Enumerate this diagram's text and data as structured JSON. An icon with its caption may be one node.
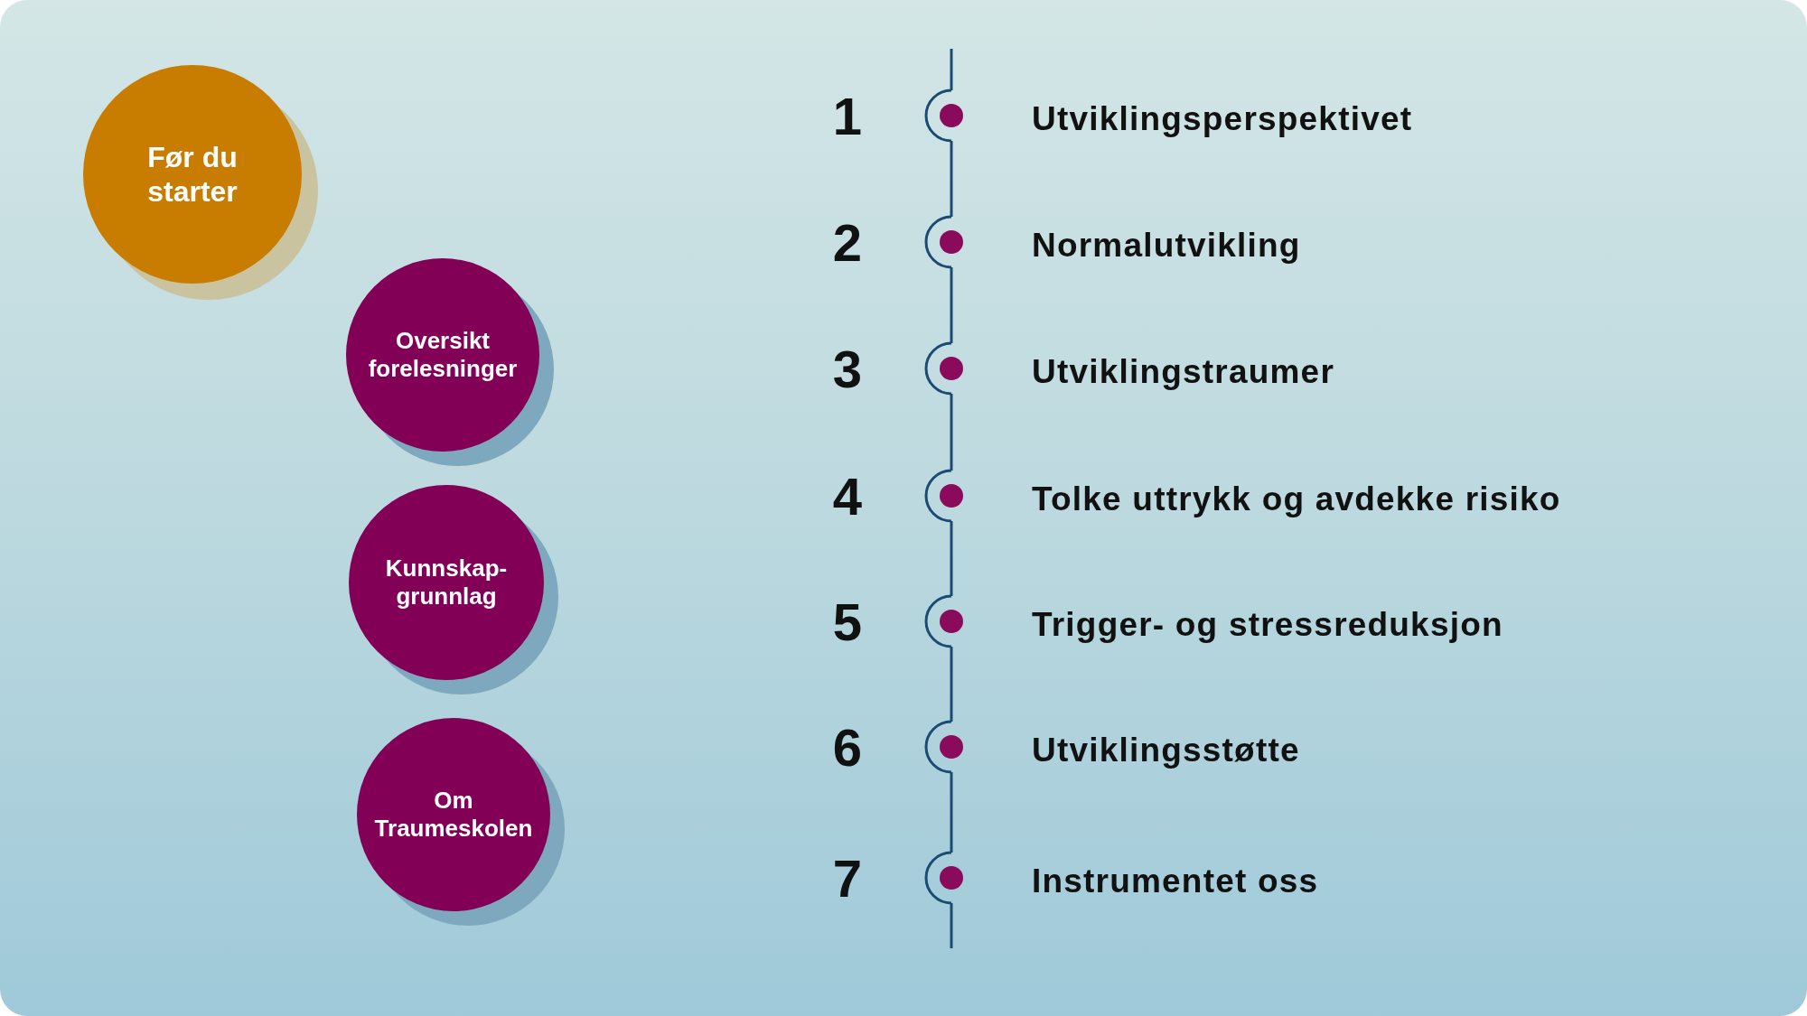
{
  "diagram": {
    "nodes": [
      {
        "text": [
          "Før du starter"
        ]
      },
      {
        "text": [
          "Oversikt forelesninger"
        ]
      },
      {
        "text": [
          "Kunnskap- grunnlag"
        ]
      },
      {
        "text": [
          "Om Traumeskolen"
        ]
      },
      {
        "text": [],
        "shape": "circle",
        "beside": [
          "1",
          "Utviklingsperspektivet"
        ]
      },
      {
        "text": [],
        "shape": "circle",
        "beside": [
          "2",
          "Normalutvikling"
        ]
      },
      {
        "text": [],
        "shape": "circle",
        "beside": [
          "3",
          "Utviklingstraumer"
        ]
      },
      {
        "text": [],
        "shape": "circle",
        "beside": [
          "4",
          "Tolke uttrykk og avdekke risiko"
        ]
      },
      {
        "text": [],
        "shape": "circle",
        "beside": [
          "5",
          "Trigger- og stressreduksjon"
        ]
      },
      {
        "text": [],
        "shape": "circle",
        "beside": [
          "6",
          "Utviklingsstøtte"
        ]
      },
      {
        "text": [],
        "shape": "circle",
        "beside": [
          "7",
          "Instrumentet oss"
        ]
      }
    ],
    "edges": [
      {
        "from": null,
        "to": 4,
        "arrow": "none"
      },
      {
        "from": 4,
        "to": 5,
        "arrow": "none"
      },
      {
        "from": 5,
        "to": 6,
        "arrow": "none"
      },
      {
        "from": 6,
        "to": 7,
        "arrow": "none"
      },
      {
        "from": 7,
        "to": 8,
        "arrow": "none"
      },
      {
        "from": 8,
        "to": 9,
        "arrow": "none"
      },
      {
        "from": 9,
        "to": 10,
        "arrow": "none"
      },
      {
        "from": 10,
        "to": null,
        "arrow": "none"
      }
    ]
  }
}
